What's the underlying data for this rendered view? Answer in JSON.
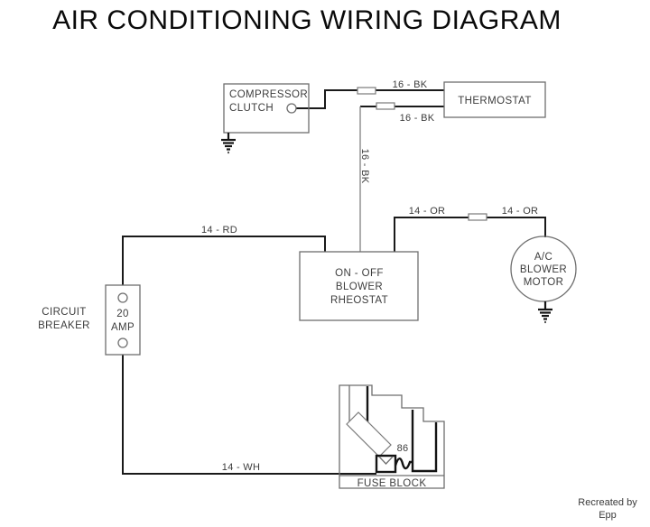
{
  "title": "AIR CONDITIONING WIRING DIAGRAM",
  "credit": {
    "line1": "Recreated by",
    "line2": "Epp"
  },
  "components": {
    "compressor_clutch": {
      "line1": "COMPRESSOR",
      "line2": "CLUTCH"
    },
    "thermostat": {
      "label": "THERMOSTAT"
    },
    "rheostat": {
      "line1": "ON - OFF",
      "line2": "BLOWER",
      "line3": "RHEOSTAT"
    },
    "blower_motor": {
      "line1": "A/C",
      "line2": "BLOWER",
      "line3": "MOTOR"
    },
    "circuit_breaker": {
      "name_line1": "CIRCUIT",
      "name_line2": "BREAKER",
      "rating_line1": "20",
      "rating_line2": "AMP"
    },
    "fuse_block": {
      "label": "FUSE BLOCK",
      "terminal_number": "86"
    }
  },
  "wire_labels": {
    "clutch_to_thermostat": "16 - BK",
    "thermostat_branch_horizontal": "16 - BK",
    "thermostat_branch_vertical": "16 - BK",
    "breaker_to_rheostat": "14 - RD",
    "rheostat_to_fuse": "14 - OR",
    "fuse_to_motor": "14 - OR",
    "breaker_to_fuse_block": "14 - WH"
  },
  "colors": {
    "wire": "#1a1a1a",
    "outline": "#6e6e6e",
    "text": "#3d3d3d",
    "background": "#ffffff"
  }
}
